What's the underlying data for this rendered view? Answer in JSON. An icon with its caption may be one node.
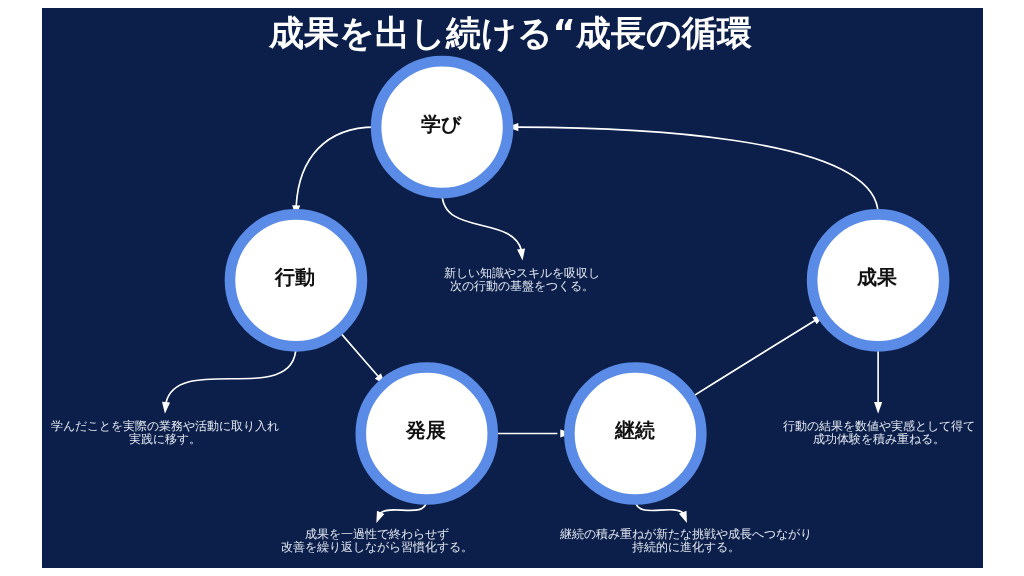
{
  "diagram": {
    "title": "成果を出し続ける“成長の循環",
    "nodes": [
      {
        "text": [
          "学び"
        ]
      },
      {
        "text": [
          "新しい知識やスキルを吸収し次の行動の基盤をつくる。"
        ]
      },
      {
        "text": [
          "行動"
        ]
      },
      {
        "text": [
          "学んだことを実際の業務や活動に取り入れ実践に移す。"
        ]
      },
      {
        "text": [
          "発展"
        ]
      },
      {
        "text": [
          "成果を一過性で終わらせず改善を繰り返しながら習慣化する。"
        ]
      },
      {
        "text": [
          "継続"
        ]
      },
      {
        "text": [
          "継続の積み重ねが新たな挑戦や成長へつながり持続的に進化する。"
        ]
      },
      {
        "text": [
          "成果"
        ]
      },
      {
        "text": [
          "行動の結果を数値や実感として得て成功体験を積み重ねる。"
        ]
      }
    ],
    "edges": [
      {
        "from": 0,
        "to": 1,
        "arrow": "to"
      },
      {
        "from": 2,
        "to": 3,
        "arrow": "to"
      },
      {
        "from": 4,
        "to": 5,
        "arrow": "to"
      },
      {
        "from": 6,
        "to": 7,
        "arrow": "to"
      },
      {
        "from": 8,
        "to": 9,
        "arrow": "to"
      },
      {
        "from": 0,
        "to": 2,
        "arrow": "to"
      },
      {
        "from": 2,
        "to": 4,
        "arrow": "to"
      },
      {
        "from": 4,
        "to": 6,
        "arrow": "to"
      },
      {
        "from": 6,
        "to": 8,
        "arrow": "to"
      },
      {
        "from": 8,
        "to": 0,
        "arrow": "to"
      }
    ]
  }
}
